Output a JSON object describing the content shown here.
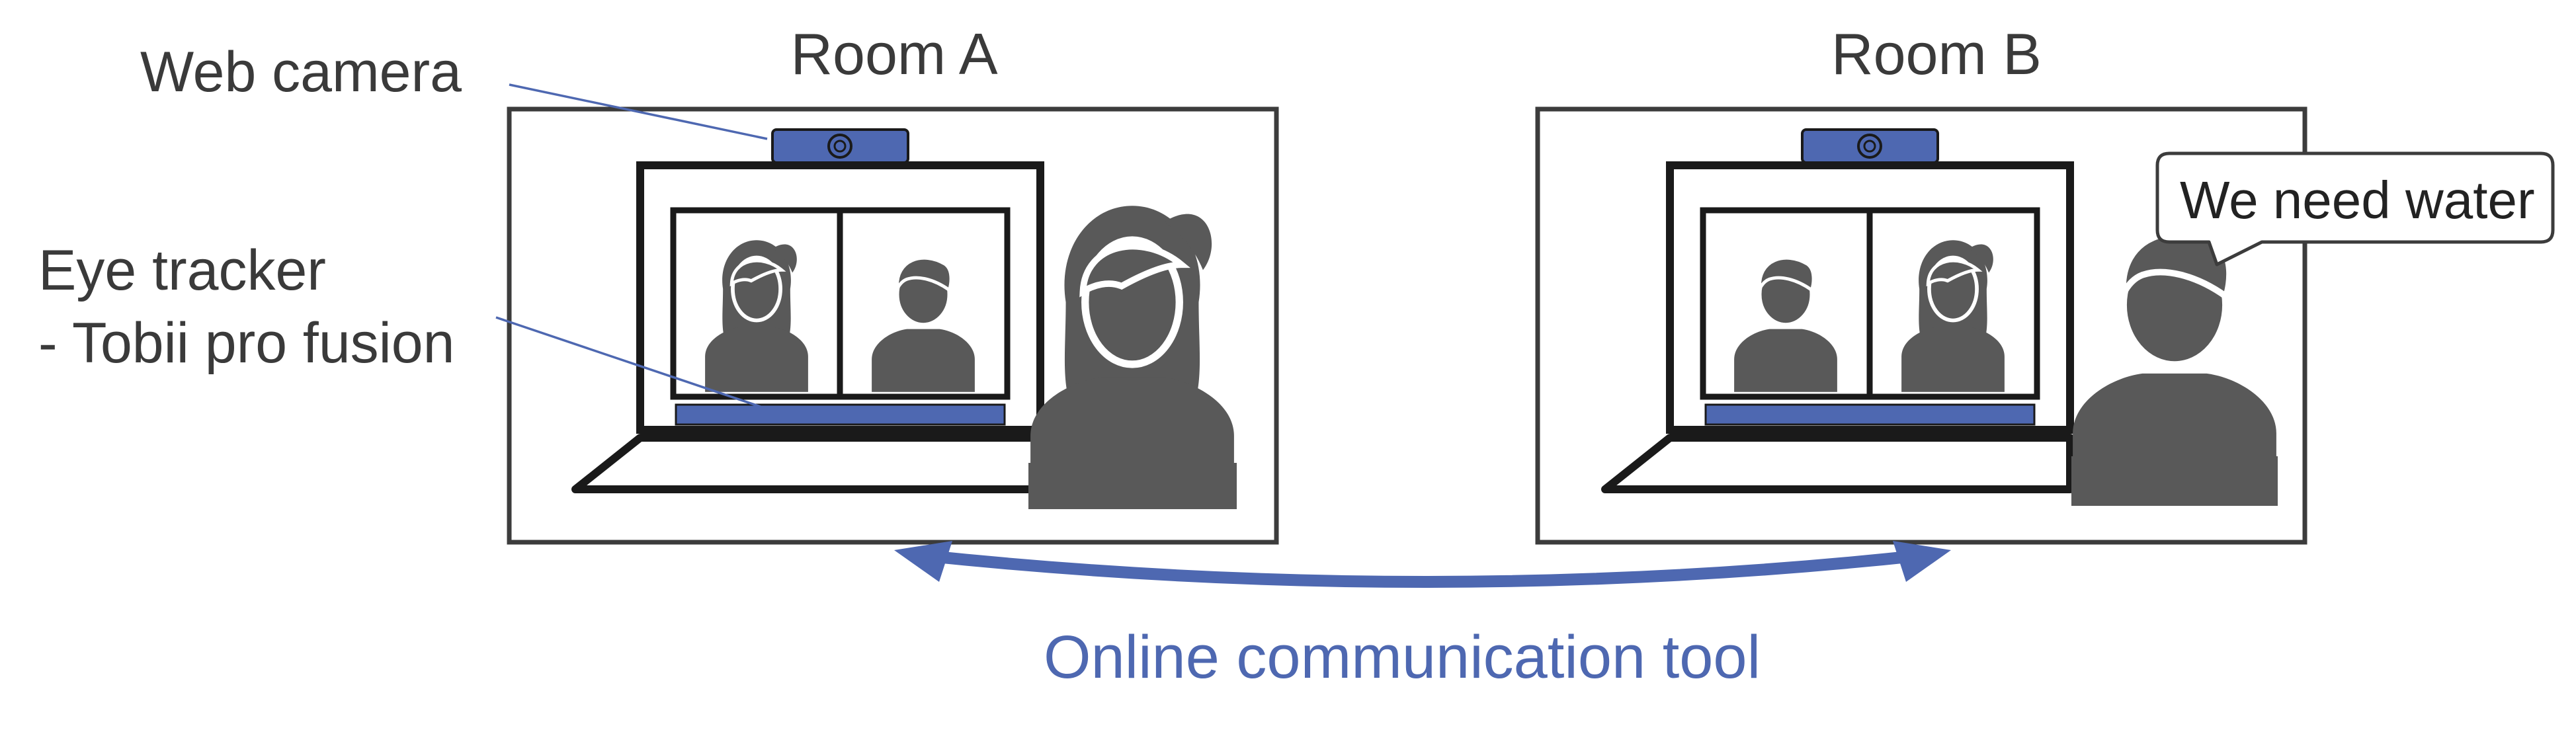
{
  "labels": {
    "room_a": "Room A",
    "room_b": "Room B",
    "web_camera": "Web camera",
    "eye_tracker_line1": "Eye tracker",
    "eye_tracker_line2": "- Tobii pro fusion",
    "speech_bubble": "We need water",
    "communication_tool": "Online communication tool"
  },
  "colors": {
    "accent_blue": "#4e68b1",
    "person_gray": "#595959",
    "outline_black": "#1a1a1a",
    "frame_gray": "#3c3c3c",
    "text_gray": "#3a3a3a"
  },
  "icons": {
    "camera": "webcam-icon",
    "eye_tracker": "eye-tracker-bar-icon",
    "person_female": "person-female-icon",
    "person_male": "person-male-icon",
    "arrow": "double-headed-arrow-icon"
  }
}
